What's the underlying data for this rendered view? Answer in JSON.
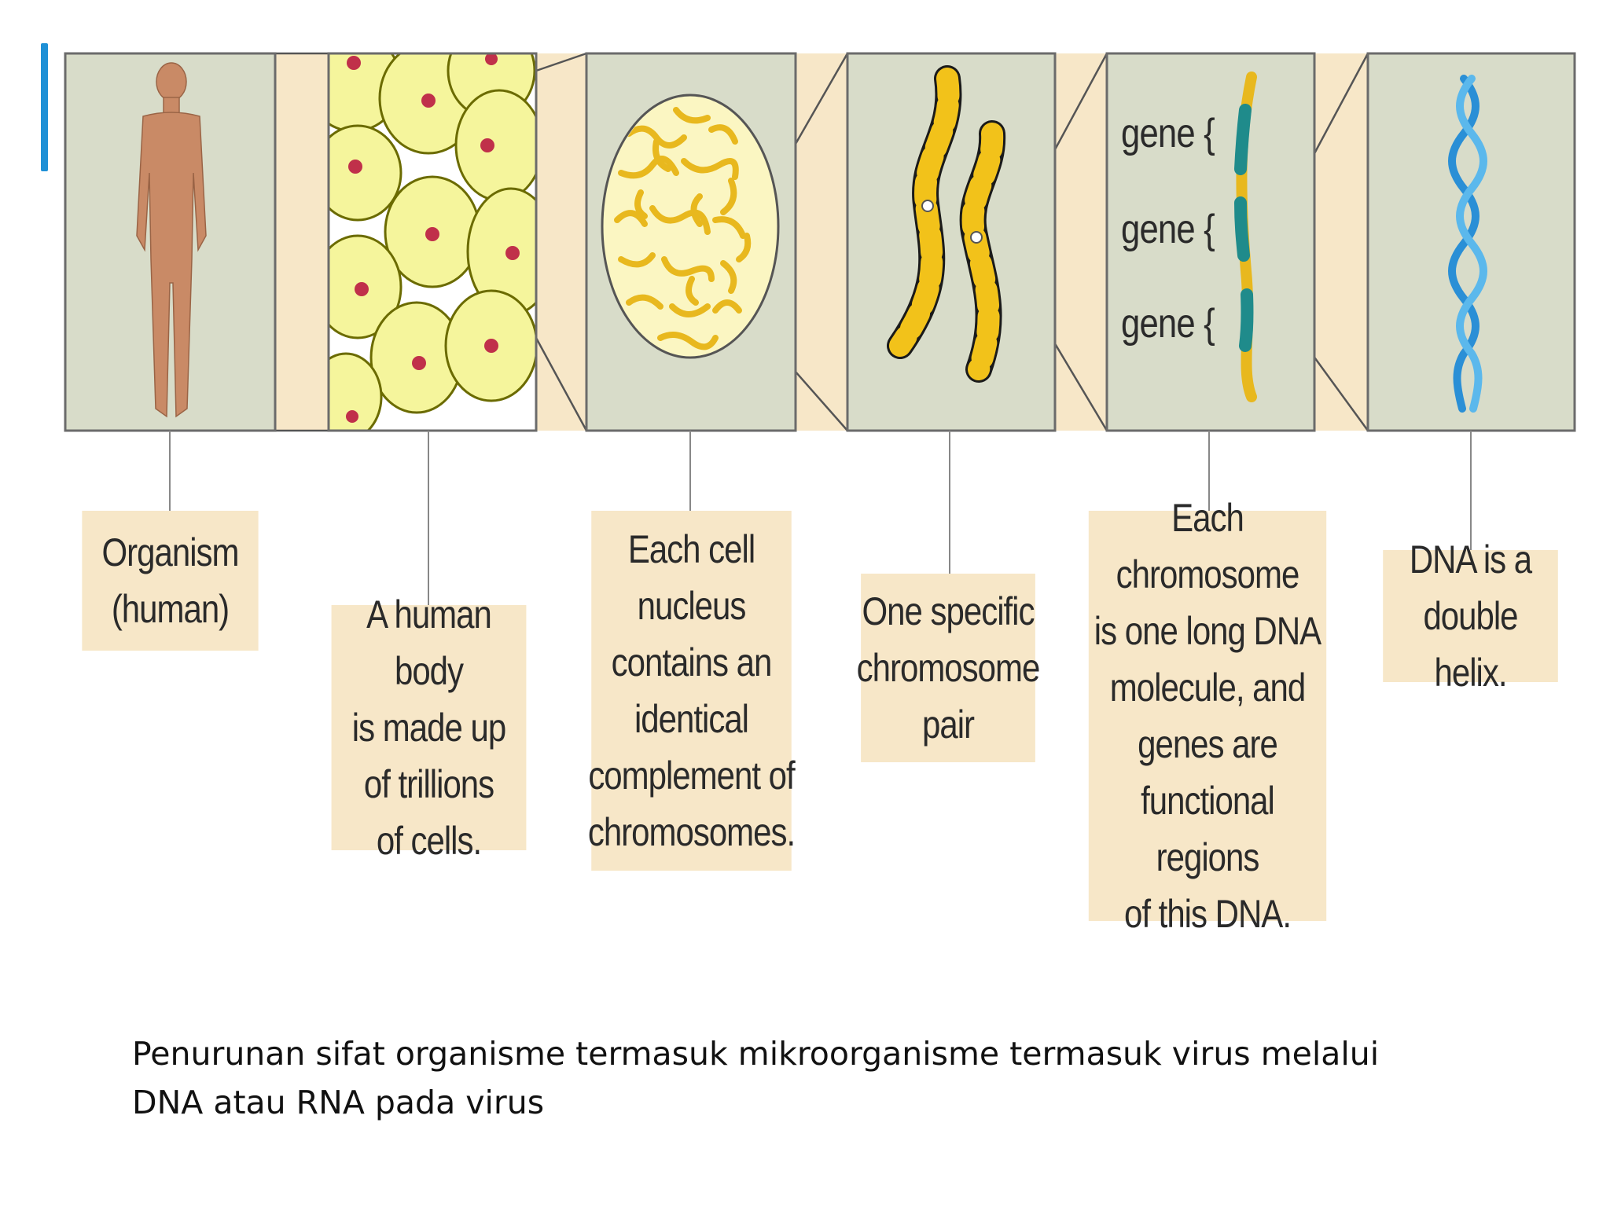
{
  "colors": {
    "accent": "#1e90d6",
    "panel_fill": "#d8dcc9",
    "panel_border": "#6b6b6b",
    "connector_fill": "#f7e7c8",
    "label_fill": "#f7e7c8",
    "body_fill": "#c98a66",
    "cell_fill": "#f5f59c",
    "cell_nucleus": "#c0304a",
    "chromosome_yellow": "#f2c21a",
    "chromosome_black": "#1a1a1a",
    "gene_teal": "#1f8b8b",
    "dna_blue": "#2a8fd6"
  },
  "panels": [
    {
      "id": "organism",
      "label_lines": [
        "Organism",
        "(human)"
      ],
      "icon": "human-figure-icon"
    },
    {
      "id": "cells",
      "label_lines": [
        "A human body",
        "is made up",
        "of trillions",
        "of cells."
      ],
      "icon": "cells-icon"
    },
    {
      "id": "nucleus",
      "label_lines": [
        "Each cell",
        "nucleus",
        "contains an",
        "identical",
        "complement of",
        "chromosomes."
      ],
      "icon": "nucleus-icon"
    },
    {
      "id": "chromosome-pair",
      "label_lines": [
        "One specific",
        "chromosome",
        "pair"
      ],
      "icon": "chromosome-pair-icon"
    },
    {
      "id": "chromosome",
      "label_lines": [
        "Each",
        "chromosome",
        "is one long DNA",
        "molecule, and",
        "genes are",
        "functional regions",
        "of this DNA."
      ],
      "icon": "chromosome-genes-icon"
    },
    {
      "id": "dna",
      "label_lines": [
        "DNA is a",
        "double helix."
      ],
      "icon": "dna-helix-icon"
    }
  ],
  "gene_labels": [
    "gene {",
    "gene {",
    "gene {"
  ],
  "caption": {
    "line1": "Penurunan sifat organisme termasuk mikroorganisme termasuk virus melalui",
    "line2": "DNA atau RNA pada virus"
  }
}
